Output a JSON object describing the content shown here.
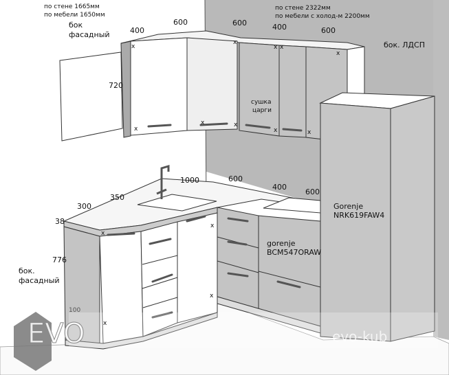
{
  "notes": {
    "left_wall": [
      "по стене 1665мм",
      "по мебели 1650мм"
    ],
    "back_wall": [
      "по стене 2322мм",
      "по мебели с холод-м 2200мм"
    ]
  },
  "labels": {
    "upper_side_facade": [
      "бок",
      "фасадный"
    ],
    "upper_side_ldsp": "бок. ЛДСП",
    "drying_rack": [
      "сушка",
      "царги"
    ],
    "fridge": [
      "Gorenje",
      "NRK619FAW4"
    ],
    "oven": [
      "gorenje",
      "BCM547ORAW"
    ],
    "base_side_facade": [
      "бок.",
      "фасадный"
    ]
  },
  "dimensions": {
    "upper": [
      "400",
      "600",
      "600",
      "400",
      "600"
    ],
    "upper_height": "720",
    "base": [
      "300",
      "350",
      "1000",
      "600",
      "400",
      "600"
    ],
    "countertop_thickness": "38",
    "base_height": "776",
    "plinth": "100"
  },
  "marker": "x",
  "watermark": {
    "logo": "EVO",
    "site": "evo-kub"
  },
  "colors": {
    "wall": "#b9b9b9",
    "grey_front": "#c4c4c4",
    "white": "#ffffff",
    "line": "#333333"
  }
}
